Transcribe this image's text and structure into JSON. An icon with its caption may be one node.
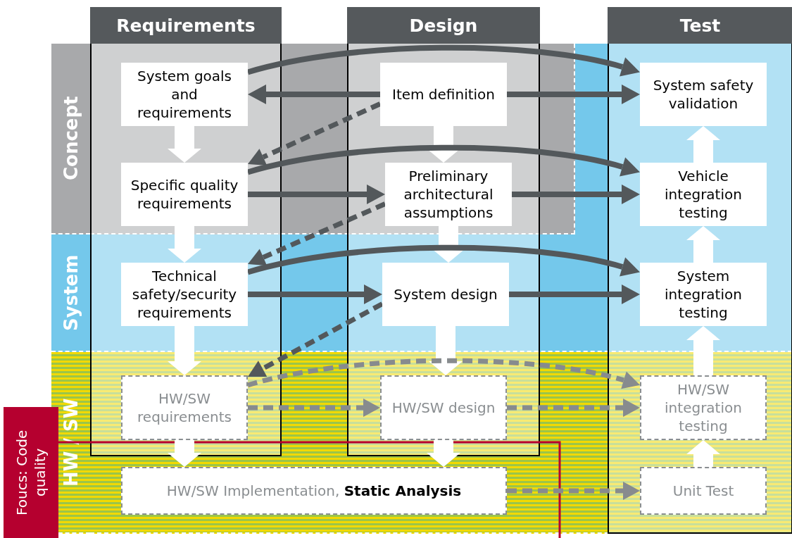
{
  "diagram": {
    "nodes": [
      {
        "text": [
          "Requirements"
        ]
      },
      {
        "text": [
          "Design"
        ]
      },
      {
        "text": [
          "Test"
        ]
      },
      {
        "text": [
          "Concept"
        ]
      },
      {
        "text": [
          "System goals and requirements"
        ]
      },
      {
        "text": [
          "Item definition"
        ]
      },
      {
        "text": [
          "System safety validation"
        ]
      },
      {
        "text": [
          "Specific quality requirements"
        ]
      },
      {
        "text": [
          "Preliminary architectural assumptions"
        ]
      },
      {
        "text": [
          "Vehicle integration testing"
        ]
      },
      {
        "text": [
          "System"
        ]
      },
      {
        "text": [
          "Technical safety/security requirements"
        ]
      },
      {
        "text": [
          "System design"
        ]
      },
      {
        "text": [
          "System integration testing"
        ]
      },
      {
        "text": [
          "HW / SW"
        ]
      },
      {
        "text": [
          "HW/SW requirements"
        ]
      },
      {
        "text": [
          "HW/SW design"
        ]
      },
      {
        "text": [
          "HW/SW integration testing"
        ]
      },
      {
        "text": [
          "HW/SW Implementation, **Static Analysis**"
        ]
      },
      {
        "text": [
          "Unit Test"
        ]
      },
      {
        "text": [
          "Foucs: Code quality"
        ]
      }
    ],
    "edges": [
      {
        "from": 5,
        "to": 4,
        "arrow": "to"
      },
      {
        "from": 4,
        "to": 6,
        "arrow": "to"
      },
      {
        "from": 5,
        "to": 6,
        "arrow": "to"
      },
      {
        "from": 5,
        "to": 7,
        "arrow": "to",
        "style": "dashed"
      },
      {
        "from": 4,
        "to": 7,
        "arrow": "to",
        "style": "thick",
        "color": "#ffffff"
      },
      {
        "from": 5,
        "to": 8,
        "arrow": "to",
        "style": "thick",
        "color": "#ffffff"
      },
      {
        "from": 9,
        "to": 6,
        "arrow": "to",
        "style": "thick",
        "color": "#ffffff"
      },
      {
        "from": 7,
        "to": 9,
        "arrow": "to"
      },
      {
        "from": 7,
        "to": 8,
        "arrow": "to"
      },
      {
        "from": 8,
        "to": 9,
        "arrow": "to"
      },
      {
        "from": 8,
        "to": 11,
        "arrow": "to",
        "style": "dashed"
      },
      {
        "from": 7,
        "to": 11,
        "arrow": "to",
        "style": "thick",
        "color": "#ffffff"
      },
      {
        "from": 8,
        "to": 12,
        "arrow": "to",
        "style": "thick",
        "color": "#ffffff"
      },
      {
        "from": 13,
        "to": 9,
        "arrow": "to",
        "style": "thick",
        "color": "#ffffff"
      },
      {
        "from": 11,
        "to": 13,
        "arrow": "to"
      },
      {
        "from": 11,
        "to": 12,
        "arrow": "to"
      },
      {
        "from": 12,
        "to": 13,
        "arrow": "to"
      },
      {
        "from": 12,
        "to": 15,
        "arrow": "to",
        "style": "dashed"
      },
      {
        "from": 11,
        "to": 15,
        "arrow": "to",
        "style": "thick",
        "color": "#ffffff"
      },
      {
        "from": 12,
        "to": 16,
        "arrow": "to",
        "style": "thick",
        "color": "#ffffff"
      },
      {
        "from": 17,
        "to": 13,
        "arrow": "to",
        "style": "thick",
        "color": "#ffffff"
      },
      {
        "from": 15,
        "to": 17,
        "arrow": "to",
        "style": "dashed",
        "color": "#878b8e"
      },
      {
        "from": 15,
        "to": 16,
        "arrow": "to",
        "style": "dashed",
        "color": "#878b8e"
      },
      {
        "from": 16,
        "to": 17,
        "arrow": "to",
        "style": "dashed",
        "color": "#878b8e"
      },
      {
        "from": 15,
        "to": 18,
        "arrow": "to",
        "style": "thick",
        "color": "#ffffff"
      },
      {
        "from": 16,
        "to": 18,
        "arrow": "to",
        "style": "thick",
        "color": "#ffffff"
      },
      {
        "from": 19,
        "to": 17,
        "arrow": "to",
        "style": "thick",
        "color": "#ffffff"
      },
      {
        "from": 18,
        "to": 19,
        "arrow": "to",
        "style": "dashed",
        "color": "#878b8e"
      }
    ]
  }
}
